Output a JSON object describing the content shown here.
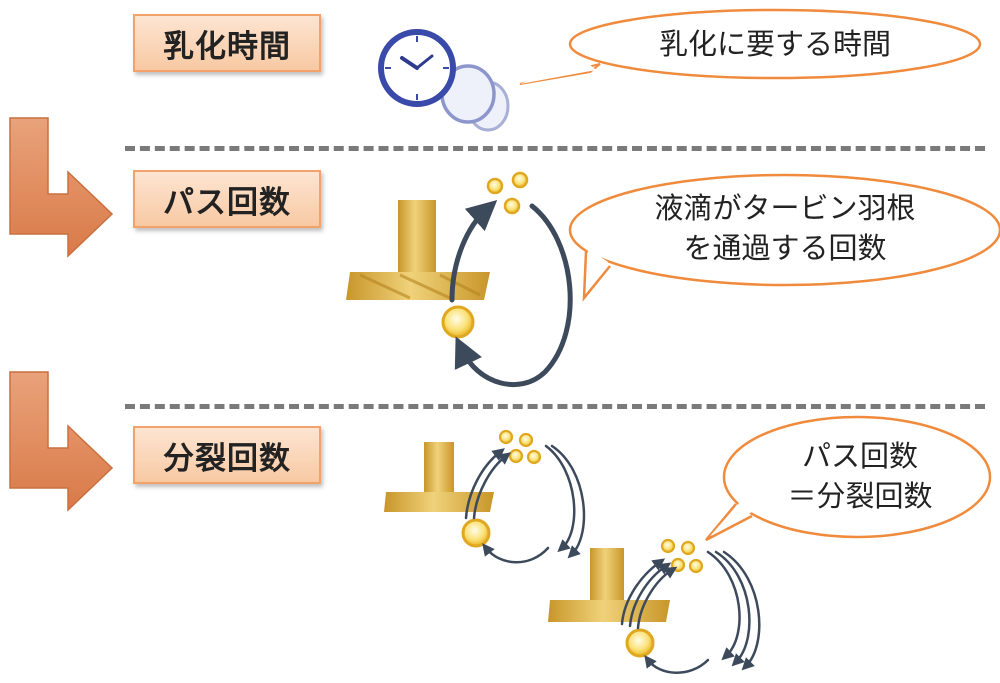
{
  "stages": [
    {
      "label": "乳化時間"
    },
    {
      "label": "パス回数"
    },
    {
      "label": "分裂回数"
    }
  ],
  "callouts": [
    {
      "lines": [
        "乳化に要する時間"
      ]
    },
    {
      "lines": [
        "液滴がタービン羽根",
        "を通過する回数"
      ]
    },
    {
      "lines": [
        "パス回数",
        "＝分裂回数"
      ]
    }
  ],
  "icons": [
    "clock-icon",
    "turbine-blade-icon",
    "droplet-icon",
    "cycle-arrow-icon",
    "down-right-arrow-icon"
  ],
  "colors": {
    "label_fill": "#f8c9a3",
    "label_border": "#f2a26a",
    "bubble_border": "#f08a3c",
    "arrow_orange": "#e0895a",
    "turbine_gold": "#d9ad3c",
    "droplet_yellow": "#f5cf45",
    "cycle_arrow": "#3d4a5c",
    "clock_blue": "#3a4aa8",
    "divider_gray": "#7a7a7a"
  }
}
